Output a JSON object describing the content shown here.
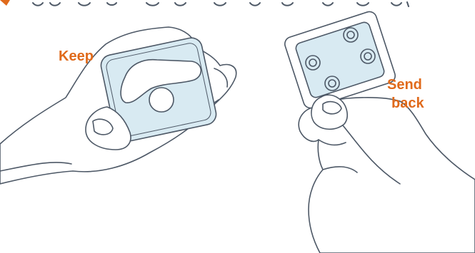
{
  "labels": {
    "keep": "Keep",
    "send_back_line1": "Send",
    "send_back_line2": "back"
  },
  "colors": {
    "accent": "#e06a1b",
    "outline": "#4d5866",
    "device_fill": "#d8eaf2",
    "background": "#ffffff"
  },
  "icons": {
    "header_marker": "orange-chevron-icon"
  }
}
